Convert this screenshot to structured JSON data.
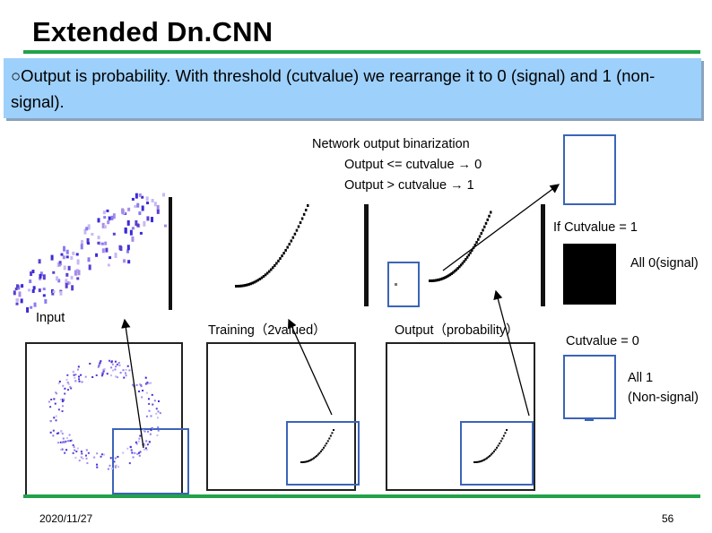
{
  "slide": {
    "title": "Extended Dn.CNN",
    "banner_text": "○Output is probability. With threshold (cutvalue) we rearrange it to 0 (signal) and 1 (non-signal).",
    "binarization": {
      "heading": "Network output binarization",
      "rule1": "Output <= cutvalue → 0",
      "rule2": "Output > cutvalue → 1"
    },
    "cut1": {
      "label": "If Cutvalue = 1",
      "result": "All 0(signal)"
    },
    "cut0": {
      "label": "Cutvalue = 0",
      "result_line1": "All 1",
      "result_line2": "(Non-signal)"
    },
    "panels": {
      "input_label": "Input",
      "training_label": "Training（2valued）",
      "output_label": "Output（probability）"
    },
    "footer": {
      "date": "2020/11/27",
      "page": "56"
    },
    "colors": {
      "accent_rule": "#22a24a",
      "banner": "#9dd0fb",
      "box_blue": "#3b64b8"
    }
  }
}
